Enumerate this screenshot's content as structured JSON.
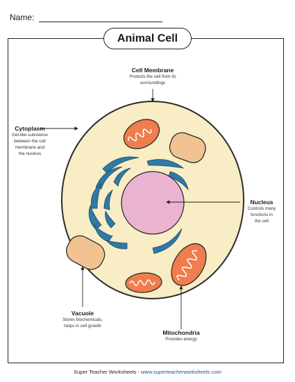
{
  "header": {
    "name_label": "Name:"
  },
  "title": "Animal Cell",
  "labels": {
    "cell_membrane": {
      "title": "Cell Membrane",
      "desc": [
        "Protects the cell from its",
        "surroundings"
      ]
    },
    "cytoplasm": {
      "title": "Cytoplasm",
      "desc": [
        "Gel-like substance",
        "between the cell",
        "membrane and",
        "the nucleus"
      ]
    },
    "nucleus": {
      "title": "Nucleus",
      "desc": [
        "Controls many",
        "functions in",
        "the cell"
      ]
    },
    "vacuole": {
      "title": "Vacuole",
      "desc": [
        "Stores biochemicals,",
        "helps in cell growth"
      ]
    },
    "mitochondria": {
      "title": "Mitochondria",
      "desc": [
        "Provides energy"
      ]
    }
  },
  "footer": {
    "brand": "Super Teacher Worksheets",
    "separator": " - ",
    "url": "www.superteacherworksheets.com"
  },
  "colors": {
    "cell_fill": "#f8edc4",
    "nucleus_fill": "#eab3cf",
    "er_fill": "#2f7aa6",
    "vacuole_fill": "#f2c290",
    "mito_fill": "#ef7d4d"
  }
}
